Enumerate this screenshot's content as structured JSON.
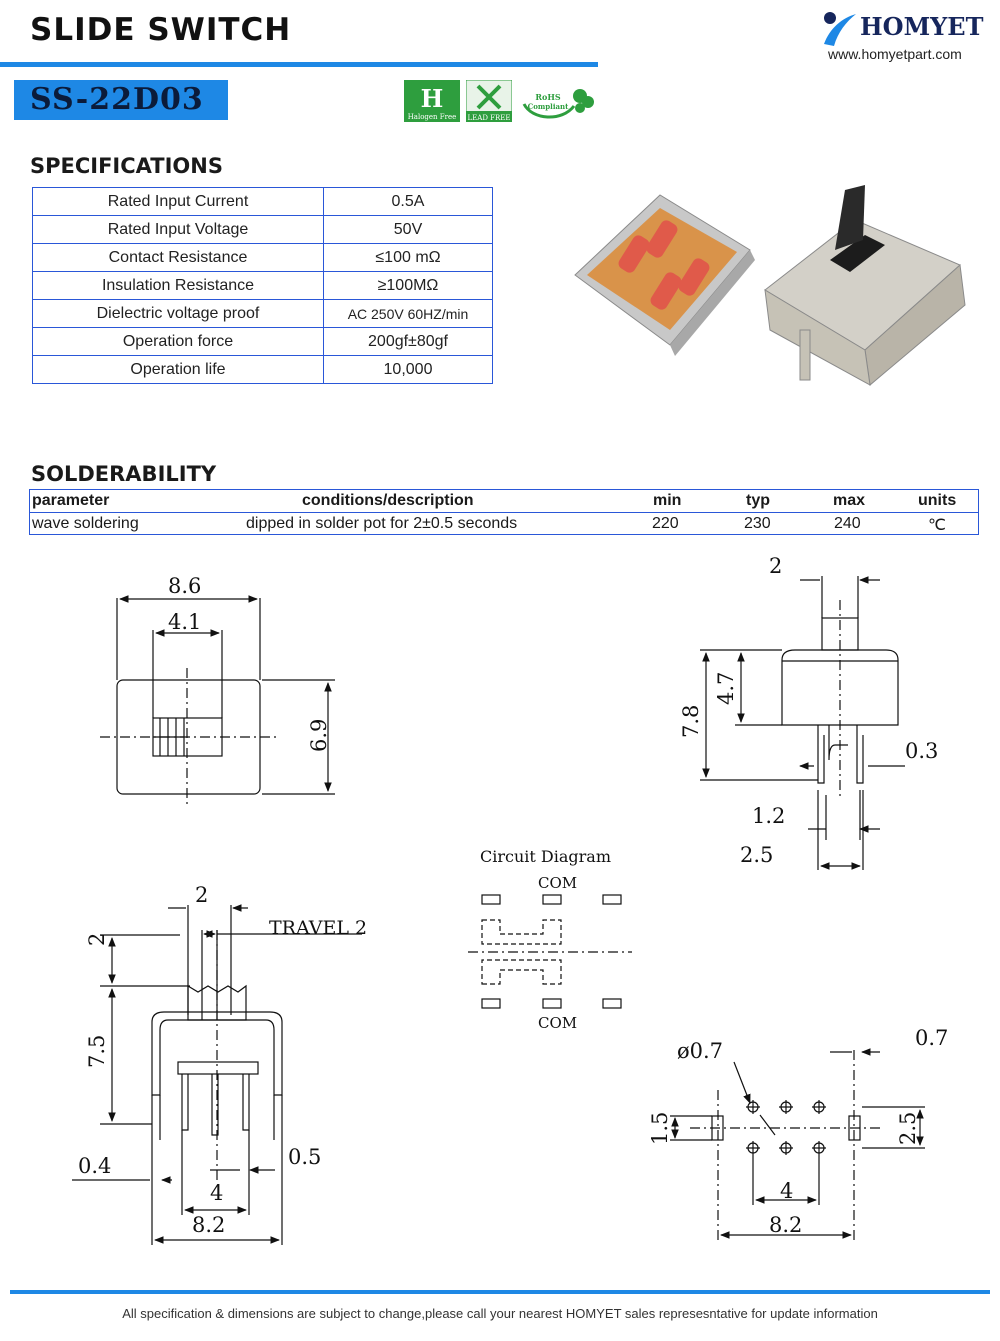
{
  "header": {
    "title": "SLIDE SWITCH",
    "brand": "HOMYET",
    "url": "www.homyetpart.com",
    "model": "SS-22D03"
  },
  "badges": {
    "halogen": "Halogen Free",
    "lead": "LEAD FREE",
    "rohs_top": "RoHS",
    "rohs_bottom": "Compliant"
  },
  "specifications": {
    "title": "SPECIFICATIONS",
    "rows": [
      {
        "name": "Rated Input Current",
        "value": "0.5A"
      },
      {
        "name": "Rated Input Voltage",
        "value": "50V"
      },
      {
        "name": "Contact Resistance",
        "value": "≤100 mΩ"
      },
      {
        "name": "Insulation Resistance",
        "value": "≥100MΩ"
      },
      {
        "name": "Dielectric voltage proof",
        "value": "AC 250V 60HZ/min"
      },
      {
        "name": "Operation force",
        "value": "200gf±80gf"
      },
      {
        "name": "Operation life",
        "value": "10,000"
      }
    ]
  },
  "solderability": {
    "title": "SOLDERABILITY",
    "headers": {
      "parameter": "parameter",
      "conditions": "conditions/description",
      "min": "min",
      "typ": "typ",
      "max": "max",
      "units": "units"
    },
    "row": {
      "parameter": "wave soldering",
      "conditions": "dipped in solder pot for 2±0.5 seconds",
      "min": "220",
      "typ": "230",
      "max": "240",
      "units": "℃"
    }
  },
  "drawing": {
    "top_view": {
      "width": "8.6",
      "knob": "4.1",
      "height": "6.9"
    },
    "side_view": {
      "actuator": "2",
      "body": "4.7",
      "total": "7.8",
      "pin": "0.3",
      "gap": "1.2",
      "span": "2.5"
    },
    "front_view": {
      "actuator": "2",
      "travel": "TRAVEL 2",
      "top": "2",
      "body": "7.5",
      "pin_w": "0.4",
      "pin_w2": "0.5",
      "pitch": "4",
      "width": "8.2"
    },
    "circuit": {
      "title": "Circuit Diagram",
      "com_top": "COM",
      "com_bottom": "COM"
    },
    "pcb": {
      "hole": "ø0.7",
      "pad": "0.7",
      "row": "1.5",
      "span": "2.5",
      "pitch": "4",
      "width": "8.2"
    }
  },
  "footer": "All specification & dimensions are subject to change,please call your nearest HOMYET sales represesntative for update information",
  "colors": {
    "accent": "#1e88e5",
    "table_border": "#2a57d8",
    "brand": "#16265c"
  }
}
